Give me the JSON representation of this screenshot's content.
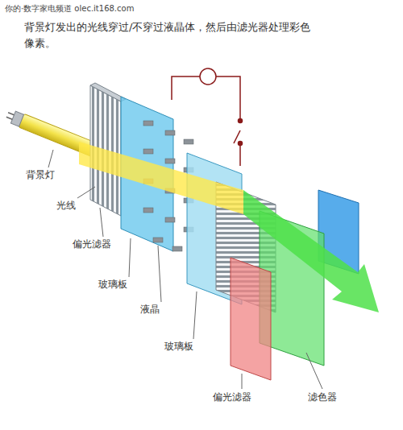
{
  "diagram": {
    "title": "背景灯发出的光线穿过/不穿过液晶体，然后由滤光器处理彩色像素。",
    "labels": [
      "你的·数字家电频道 olec.it168.com",
      "背景灯",
      "光线",
      "偏光滤器",
      "玻璃板",
      "液晶",
      "玻璃板",
      "偏光滤器",
      "滤色器"
    ]
  }
}
